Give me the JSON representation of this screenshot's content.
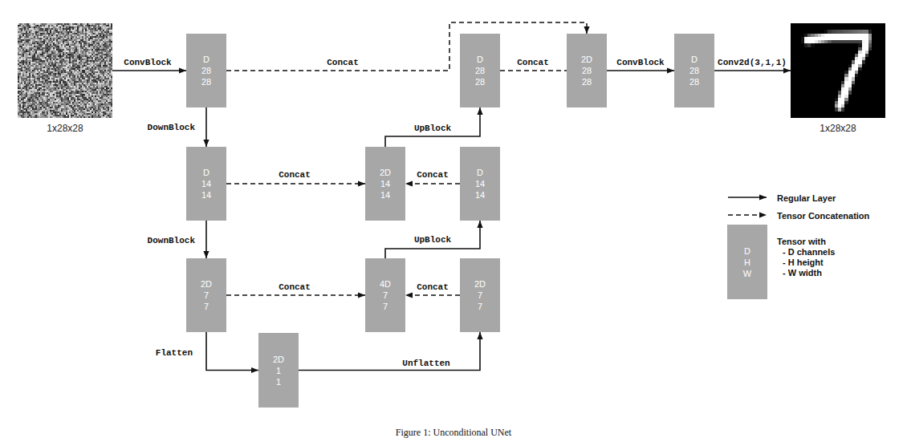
{
  "diagram": {
    "caption": "Figure 1: Unconditional UNet",
    "nodes": [
      {
        "text": [
          "1x28x28"
        ]
      },
      {
        "text": [
          "D",
          "28",
          "28"
        ]
      },
      {
        "text": [
          "D",
          "28",
          "28"
        ]
      },
      {
        "text": [
          "2D",
          "28",
          "28"
        ]
      },
      {
        "text": [
          "D",
          "28",
          "28"
        ]
      },
      {
        "text": [
          "1x28x28"
        ]
      },
      {
        "text": [
          "D",
          "14",
          "14"
        ]
      },
      {
        "text": [
          "2D",
          "14",
          "14"
        ]
      },
      {
        "text": [
          "D",
          "14",
          "14"
        ]
      },
      {
        "text": [
          "2D",
          "7",
          "7"
        ]
      },
      {
        "text": [
          "4D",
          "7",
          "7"
        ]
      },
      {
        "text": [
          "2D",
          "7",
          "7"
        ]
      },
      {
        "text": [
          "2D",
          "1",
          "1"
        ]
      },
      {
        "text": [
          "D",
          "H",
          "W"
        ]
      }
    ],
    "edges": [
      {
        "from": 0,
        "to": 1,
        "arrow": "to",
        "label": "ConvBlock"
      },
      {
        "from": 1,
        "to": 6,
        "arrow": "to",
        "label": "DownBlock"
      },
      {
        "from": 6,
        "to": 9,
        "arrow": "to",
        "label": "DownBlock"
      },
      {
        "from": 9,
        "to": 12,
        "arrow": "to",
        "label": "Flatten"
      },
      {
        "from": 12,
        "to": 11,
        "arrow": "to",
        "label": "Unflatten"
      },
      {
        "from": 1,
        "to": 3,
        "arrow": "to",
        "label": "Concat"
      },
      {
        "from": 6,
        "to": 7,
        "arrow": "to",
        "label": "Concat"
      },
      {
        "from": 9,
        "to": 10,
        "arrow": "to",
        "label": "Concat"
      },
      {
        "from": 11,
        "to": 10,
        "arrow": "to",
        "label": "Concat"
      },
      {
        "from": 10,
        "to": 8,
        "arrow": "to",
        "label": "UpBlock"
      },
      {
        "from": 8,
        "to": 7,
        "arrow": "to",
        "label": "Concat"
      },
      {
        "from": 7,
        "to": 2,
        "arrow": "to",
        "label": "UpBlock"
      },
      {
        "from": 2,
        "to": 3,
        "arrow": "to",
        "label": "Concat"
      },
      {
        "from": 3,
        "to": 4,
        "arrow": "to",
        "label": "ConvBlock"
      },
      {
        "from": 4,
        "to": 5,
        "arrow": "to",
        "label": "Conv2d(3,1,1)"
      }
    ],
    "labels": [
      "- D channels",
      "- H height",
      "- W width"
    ],
    "legend": [
      {
        "text": "Regular Layer"
      },
      {
        "text": "Tensor Concatenation"
      },
      {
        "text": "Tensor with"
      }
    ]
  }
}
